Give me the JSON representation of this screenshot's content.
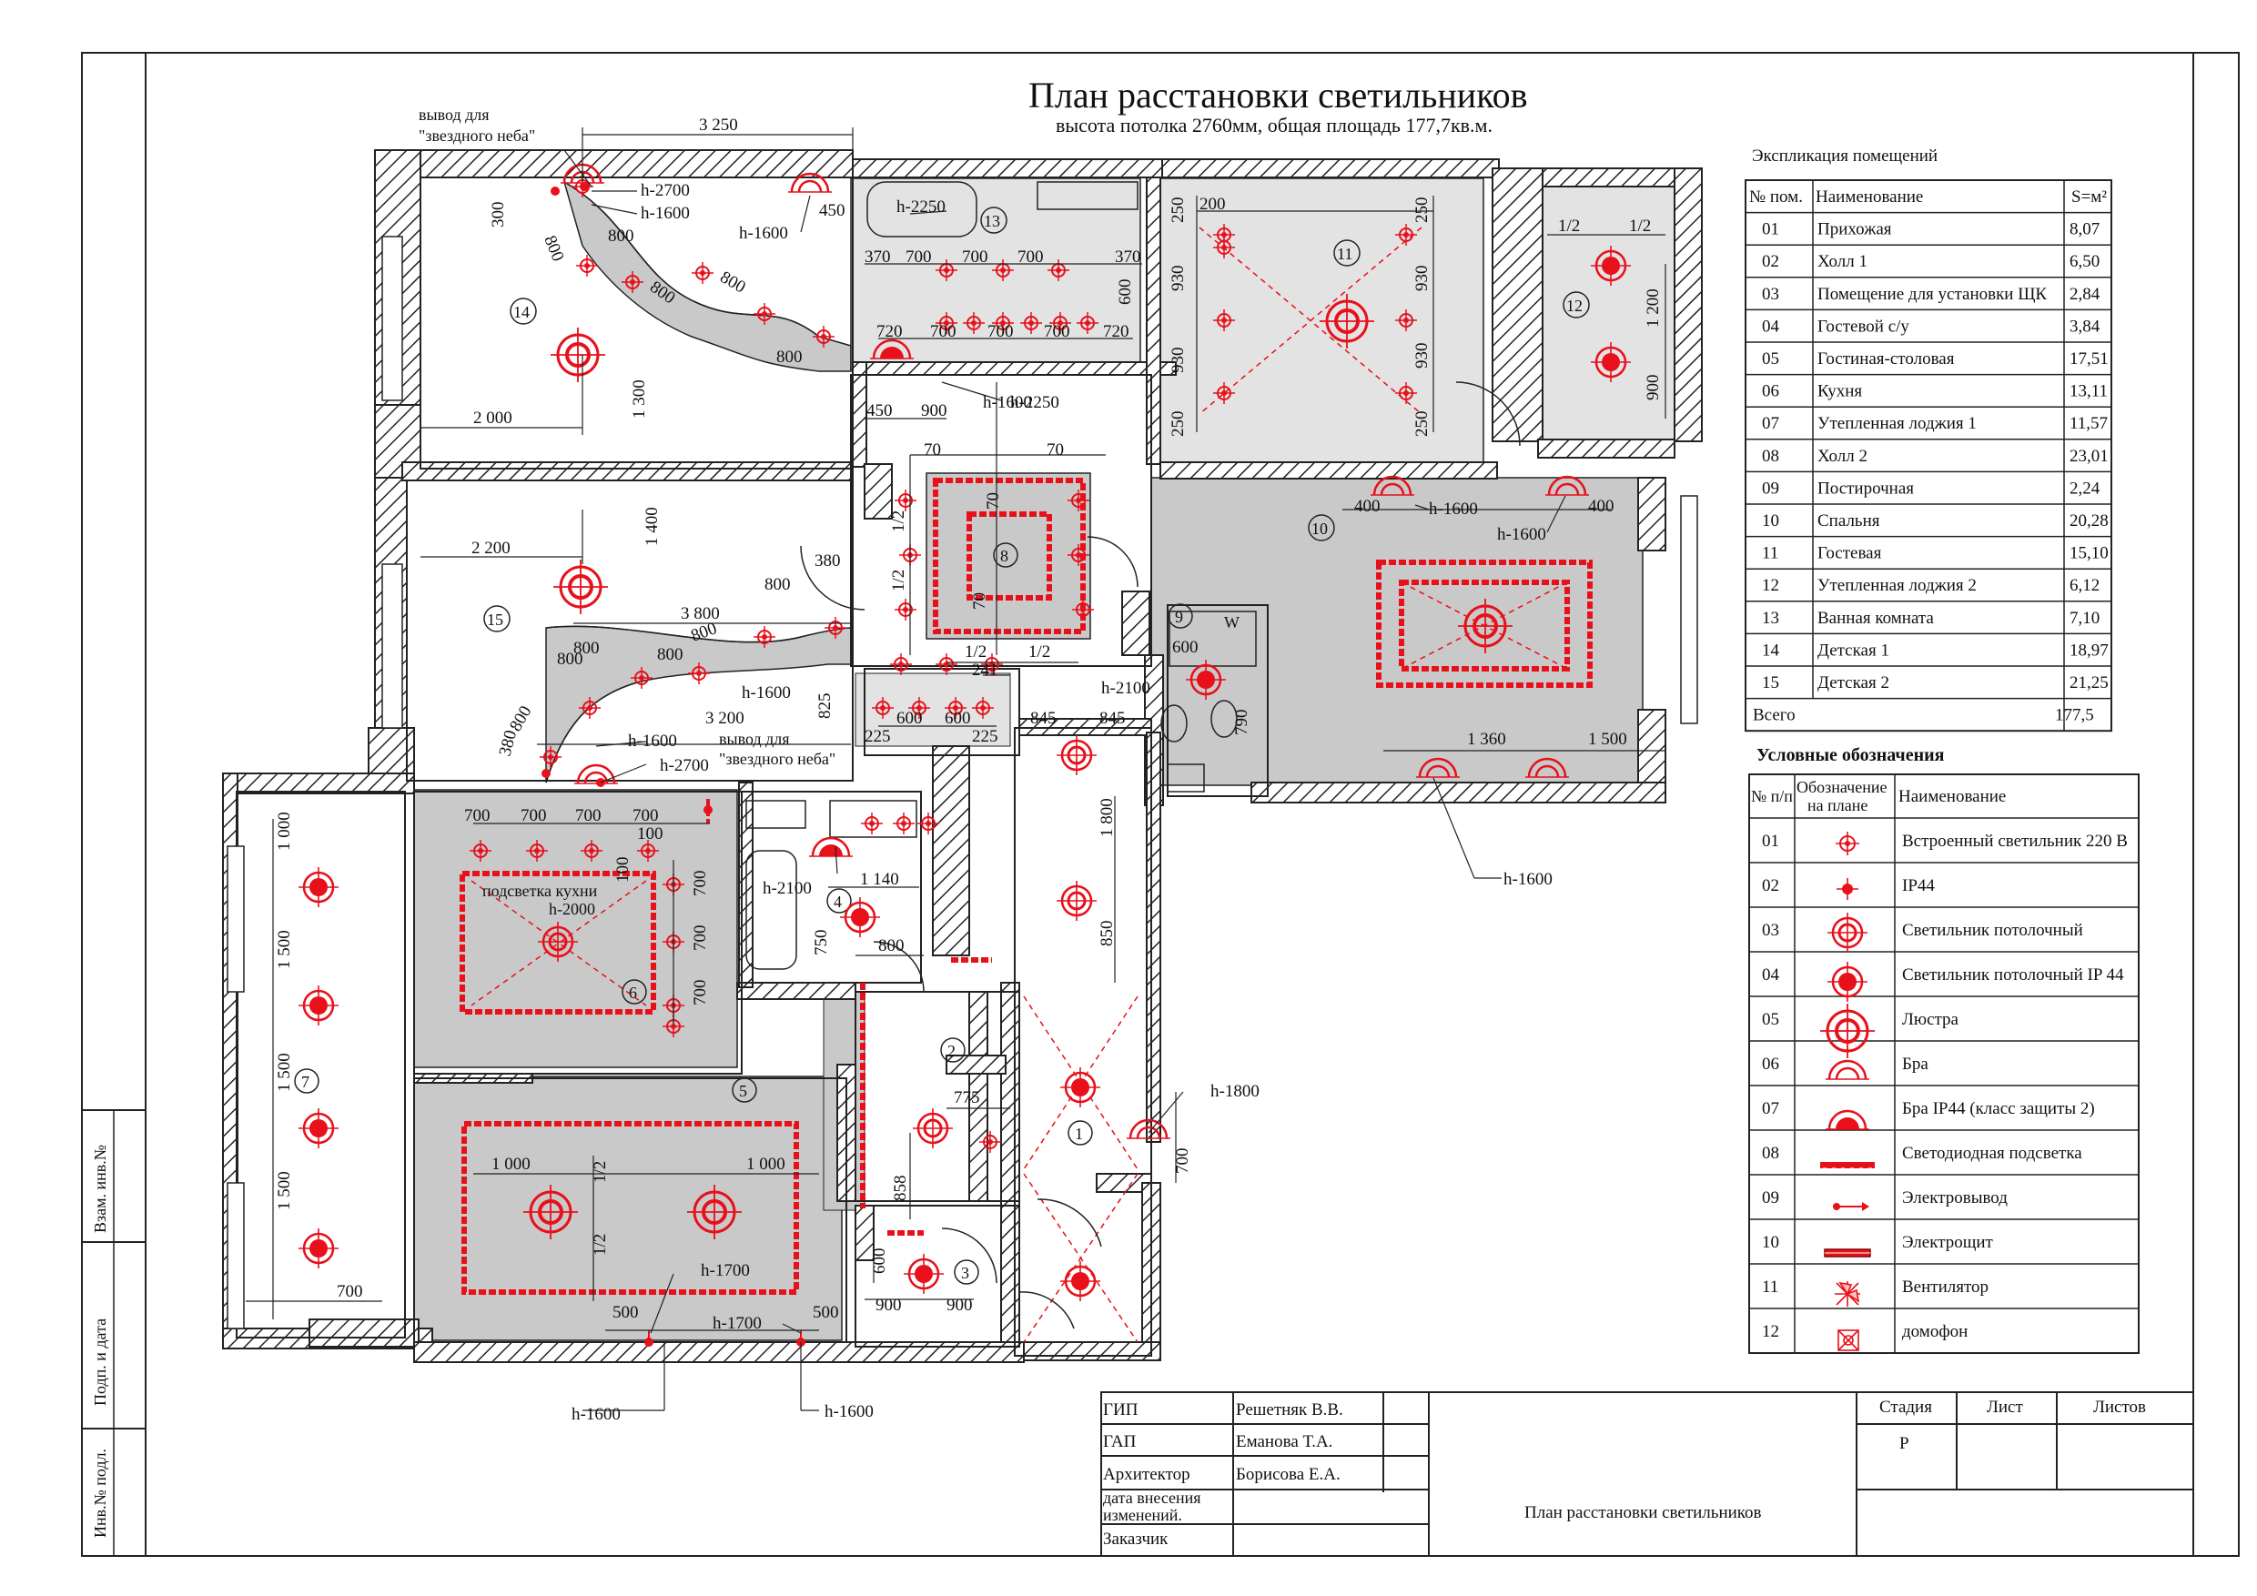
{
  "title": "План расстановки светильников",
  "subtitle": "высота потолка 2760мм, общая площадь 177,7кв.м.",
  "callouts": {
    "star_sky_1_a": "вывод для",
    "star_sky_1_b": "\"звездного неба\"",
    "star_sky_2_a": "вывод для",
    "star_sky_2_b": "\"звездного неба\"",
    "kitchen_light_a": "подсветка кухни",
    "kitchen_light_b": "h-2000"
  },
  "heights": {
    "h1": "h-2700",
    "h2": "h-1600",
    "h3": "h-1600",
    "h4": "h-2250",
    "h5": "h-2250",
    "h6": "h-1600",
    "h7": "h-1600",
    "h8": "h-1600",
    "h9": "h-2700",
    "h10": "h-1600",
    "h11": "h-1600",
    "h12": "h-2100",
    "h13": "h-2100",
    "h14": "h-1600",
    "h15": "h-1800",
    "h16": "h-1700",
    "h17": "h-1700",
    "h18": "h-1600",
    "h19": "h-1600"
  },
  "dims": {
    "d1": "3 250",
    "d2": "300",
    "d3": "800",
    "d4": "800",
    "d5": "800",
    "d6": "800",
    "d7": "800",
    "d8": "450",
    "d9": "2 000",
    "d10": "1 300",
    "d11": "370",
    "d12": "700",
    "d13": "700",
    "d14": "700",
    "d15": "370",
    "d16": "600",
    "d17": "720",
    "d18": "700",
    "d19": "700",
    "d20": "700",
    "d21": "720",
    "d22": "450",
    "d23": "900",
    "d24": "200",
    "d25": "250",
    "d26": "930",
    "d27": "930",
    "d28": "250",
    "d29": "250",
    "d30": "930",
    "d31": "930",
    "d32": "250",
    "d33": "1/2",
    "d34": "1/2",
    "d35": "1 200",
    "d36": "900",
    "d37": "70",
    "d38": "70",
    "d39": "70",
    "d40": "70",
    "d41": "1/2",
    "d42": "1/2",
    "d43": "1/2",
    "d44": "1/2",
    "d45": "400",
    "d46": "400",
    "d47": "2 200",
    "d48": "1 400",
    "d49": "3 800",
    "d50": "800",
    "d51": "380",
    "d52": "800",
    "d53": "800",
    "d54": "800",
    "d55": "800",
    "d56": "800",
    "d57": "380",
    "d58": "241",
    "d59": "825",
    "d60": "3 200",
    "d61": "225",
    "d62": "600",
    "d63": "600",
    "d64": "225",
    "d65": "845",
    "d66": "845",
    "d67": "600",
    "d68": "1 360",
    "d69": "1 500",
    "d70": "700",
    "d71": "700",
    "d72": "700",
    "d73": "700",
    "d74": "100",
    "d75": "100",
    "d76": "700",
    "d77": "700",
    "d78": "700",
    "d79": "1 140",
    "d80": "750",
    "d81": "800",
    "d82": "1 800",
    "d83": "850",
    "d84": "1 000",
    "d85": "1 500",
    "d86": "1 500",
    "d87": "1 500",
    "d88": "700",
    "d89": "775",
    "d90": "858",
    "d91": "700",
    "d92": "1 000",
    "d93": "1 000",
    "d94": "1/2",
    "d95": "1/2",
    "d96": "600",
    "d97": "900",
    "d98": "900",
    "d99": "500",
    "d100": "500",
    "d101": "790"
  },
  "room_numbers": [
    "1",
    "2",
    "3",
    "4",
    "5",
    "6",
    "7",
    "8",
    "9",
    "10",
    "11",
    "12",
    "13",
    "14",
    "15"
  ],
  "explication": {
    "title": "Экспликация помещений",
    "headers": [
      "№ пом.",
      "Наименование",
      "S=м²"
    ],
    "rows": [
      [
        "01",
        "Прихожая",
        "8,07"
      ],
      [
        "02",
        "Холл 1",
        "6,50"
      ],
      [
        "03",
        "Помещение для установки ЩК",
        "2,84"
      ],
      [
        "04",
        "Гостевой с/у",
        "3,84"
      ],
      [
        "05",
        "Гостиная-столовая",
        "17,51"
      ],
      [
        "06",
        "Кухня",
        "13,11"
      ],
      [
        "07",
        "Утепленная лоджия 1",
        "11,57"
      ],
      [
        "08",
        "Холл 2",
        "23,01"
      ],
      [
        "09",
        "Постирочная",
        "2,24"
      ],
      [
        "10",
        "Спальня",
        "20,28"
      ],
      [
        "11",
        "Гостевая",
        "15,10"
      ],
      [
        "12",
        "Утепленная лоджия 2",
        "6,12"
      ],
      [
        "13",
        "Ванная комната",
        "7,10"
      ],
      [
        "14",
        "Детская 1",
        "18,97"
      ],
      [
        "15",
        "Детская 2",
        "21,25"
      ]
    ],
    "total_label": "Всего",
    "total_value": "177,5"
  },
  "legend": {
    "title": "Условные обозначения",
    "headers": [
      "№ п/п",
      "Обозначение на плане",
      "Наименование"
    ],
    "rows": [
      {
        "n": "01",
        "name": "Встроенный  светильник 220 В",
        "symbol": "builtin-220v-icon"
      },
      {
        "n": "02",
        "name": "IP44",
        "symbol": "ip44-icon"
      },
      {
        "n": "03",
        "name": "Светильник потолочный",
        "symbol": "ceiling-lamp-icon"
      },
      {
        "n": "04",
        "name": "Светильник потолочный IP 44",
        "symbol": "ceiling-lamp-ip44-icon"
      },
      {
        "n": "05",
        "name": "Люстра",
        "symbol": "chandelier-icon"
      },
      {
        "n": "06",
        "name": "Бра",
        "symbol": "wall-lamp-icon"
      },
      {
        "n": "07",
        "name": "Бра IP44 (класс защиты 2)",
        "symbol": "wall-lamp-ip44-icon"
      },
      {
        "n": "08",
        "name": "Светодиодная подсветка",
        "symbol": "led-strip-icon"
      },
      {
        "n": "09",
        "name": "Электровывод",
        "symbol": "electrical-outlet-icon"
      },
      {
        "n": "10",
        "name": "Электрощит",
        "symbol": "electrical-panel-icon"
      },
      {
        "n": "11",
        "name": "Вентилятор",
        "symbol": "fan-icon"
      },
      {
        "n": "12",
        "name": "домофон",
        "symbol": "intercom-icon"
      }
    ]
  },
  "stamp": {
    "roles": [
      "ГИП",
      "ГАП",
      "Архитектор",
      "дата  внесения изменений.",
      "Заказчик"
    ],
    "names": [
      "Решетняк В.В.",
      "Еманова Т.А.",
      "Борисова Е.А.",
      "",
      ""
    ],
    "col_stage": "Стадия",
    "col_sheet": "Лист",
    "col_sheets": "Листов",
    "stage_value": "Р",
    "drawing_name": "План расстановки светильников"
  },
  "side_stamp": [
    "Инв.№ подл.",
    "Подп. и дата",
    "Взам. инв.№"
  ],
  "colors": {
    "red": "#e8101a",
    "wall_hatch": "#222222",
    "ceiling_gray": "#c9c9c9",
    "light_gray": "#e3e3e3"
  }
}
